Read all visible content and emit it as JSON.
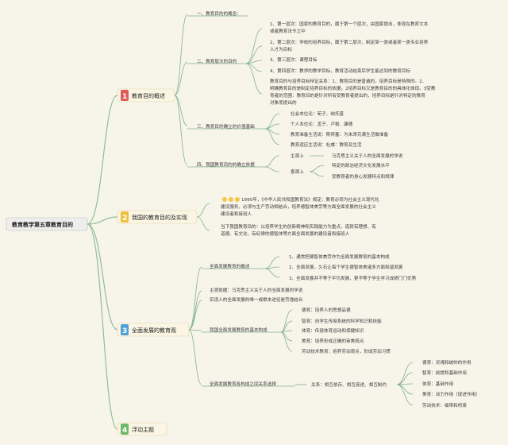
{
  "colors": {
    "background": "#f7f4ea",
    "branch_line": "#7fb38a",
    "badge_1": "#e05a5a",
    "badge_2": "#f0c040",
    "badge_3": "#4ea0d8",
    "badge_4": "#6db86b",
    "topic_fill": "#fbf6e4",
    "root_fill": "#eeeeee"
  },
  "root": {
    "label": "教育教学第五章教育目的"
  },
  "topics": [
    {
      "num": "1",
      "label": "教育目的概述"
    },
    {
      "num": "2",
      "label": "我国的教育目的及实现"
    },
    {
      "num": "3",
      "label": "全面发展的教育观"
    },
    {
      "num": "4",
      "label": "浮动主题"
    }
  ],
  "t1": {
    "a": "一、教育目的的概念：",
    "b": "二、教育层次的目的",
    "b1a": "1、第一层次：国家的教育目的，属于第一个层次，由国家提出，体现在教育文本",
    "b1b": "或者教育法令之中",
    "b2a": "2、第二层次：学校的培养目标，属于第二层次，制定某一类或者某一类专业培养",
    "b2b": "人才为目标",
    "b3": "3、第三层次：课程目标",
    "b4": "4、第四层次：教师的教学目标，教育活动结束后学生能达到的教育目标",
    "n1": "教育目的与培养目标辩证关系：1、教育目的是普遍的，培养目标是特殊的。2、",
    "n2": "明确教育目的是制定培养目标的依据。2培养目标又是教育目的的具体化体现。3受教",
    "n3": "育者的范围：教育目的是针对所有受教育者提出的，培养目标是针对特定的教育",
    "n4": "对象而提出的",
    "c": "三、教育目的确立的价值基础",
    "c1": "社会本位论：荀子、纳托普",
    "c2": "个人本位论：孟子、卢梭、康德",
    "c3": "教育准备生活说：斯宾塞：为未来完满生活做准备",
    "c4": "教育适应生活说：杜威：教育及生活",
    "d": "四、我国教育目的的确立依据",
    "d1": "主观上",
    "d1a": "马克思主义关于人的全面发展的学说",
    "d2": "客观上",
    "d2a": "特定的政治经济文化发展水平",
    "d2b": "受教育者的身心发展特点和规律"
  },
  "t2": {
    "p1a": "1995年，《中华人民共和国教育法》规定：教育必须为社会主义现代化",
    "p1b": "建设服务，必须与生产劳动相结合，培养德智体美劳等方面全面发展的社会主义",
    "p1c": "建设者和接班人",
    "p2a": "当下我国教育目的：以培养学生的创新精神和实践能力为重点，造就有理想、有",
    "p2b": "道德、有文化、有纪律的德智体等方面全面发展的建设者和接班人"
  },
  "t3": {
    "a": "全面发展教育的概述",
    "a1": "1、通常把德智体美劳作为全面发展教育的基本构成",
    "a2": "2、全面发展，久石让每个学生德智体美诸多方面和谐发展",
    "a3": "3、全面发展并不等于平均发展，更不等于学生学习成绩门门优秀",
    "b": "主观依据：马克思主义关于人的全面发展的学说",
    "c": "实现人的全面发展的唯一或根本途径是劳逸结合",
    "d": "我国全面发展教育的基本构成",
    "d1": "德育：培养人的思想品德",
    "d2": "智育：向学生传授系统的科学知识和技能",
    "d3": "体育：传授体育运动和保健知识",
    "d4": "美育：培养形成正确的审美观点",
    "d5": "劳动技术教育：培养劳动观点，形成劳动习惯",
    "e": "全面发展教育各构成之间关系选择",
    "e1": "关系：相互依存、相互促进、相互制约",
    "f1": "德育：灵魂和统帅的作用",
    "f2": "智育：前提和基础作用",
    "f3": "体育：基础作用",
    "f4": "美育：动力作用（促进作用）",
    "f5": "劳动技术：细带和桥梁"
  }
}
